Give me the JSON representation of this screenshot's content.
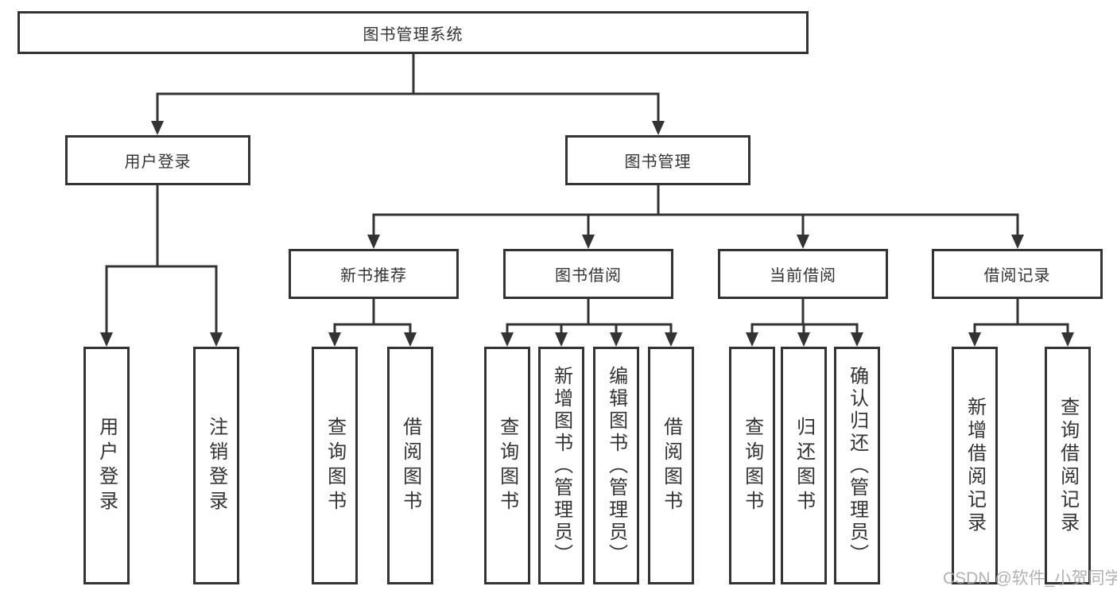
{
  "diagram": {
    "title": "图书管理系统",
    "branches": [
      {
        "label": "用户登录",
        "leaves": [
          "用户登录",
          "注销登录"
        ]
      },
      {
        "label": "图书管理",
        "children": [
          {
            "label": "新书推荐",
            "leaves": [
              "查询图书",
              "借阅图书"
            ]
          },
          {
            "label": "图书借阅",
            "leaves": [
              "查询图书",
              "新增图书（管理员）",
              "编辑图书（管理员）",
              "借阅图书"
            ]
          },
          {
            "label": "当前借阅",
            "leaves": [
              "查询图书",
              "归还图书",
              "确认归还（管理员）"
            ]
          },
          {
            "label": "借阅记录",
            "leaves": [
              "新增借阅记录",
              "查询借阅记录"
            ]
          }
        ]
      }
    ]
  },
  "watermark": "CSDN @软件_小贺同学",
  "colors": {
    "line": "#333333",
    "text": "#333333",
    "box_background": "#ffffff",
    "watermark": "#aaaaaa"
  }
}
